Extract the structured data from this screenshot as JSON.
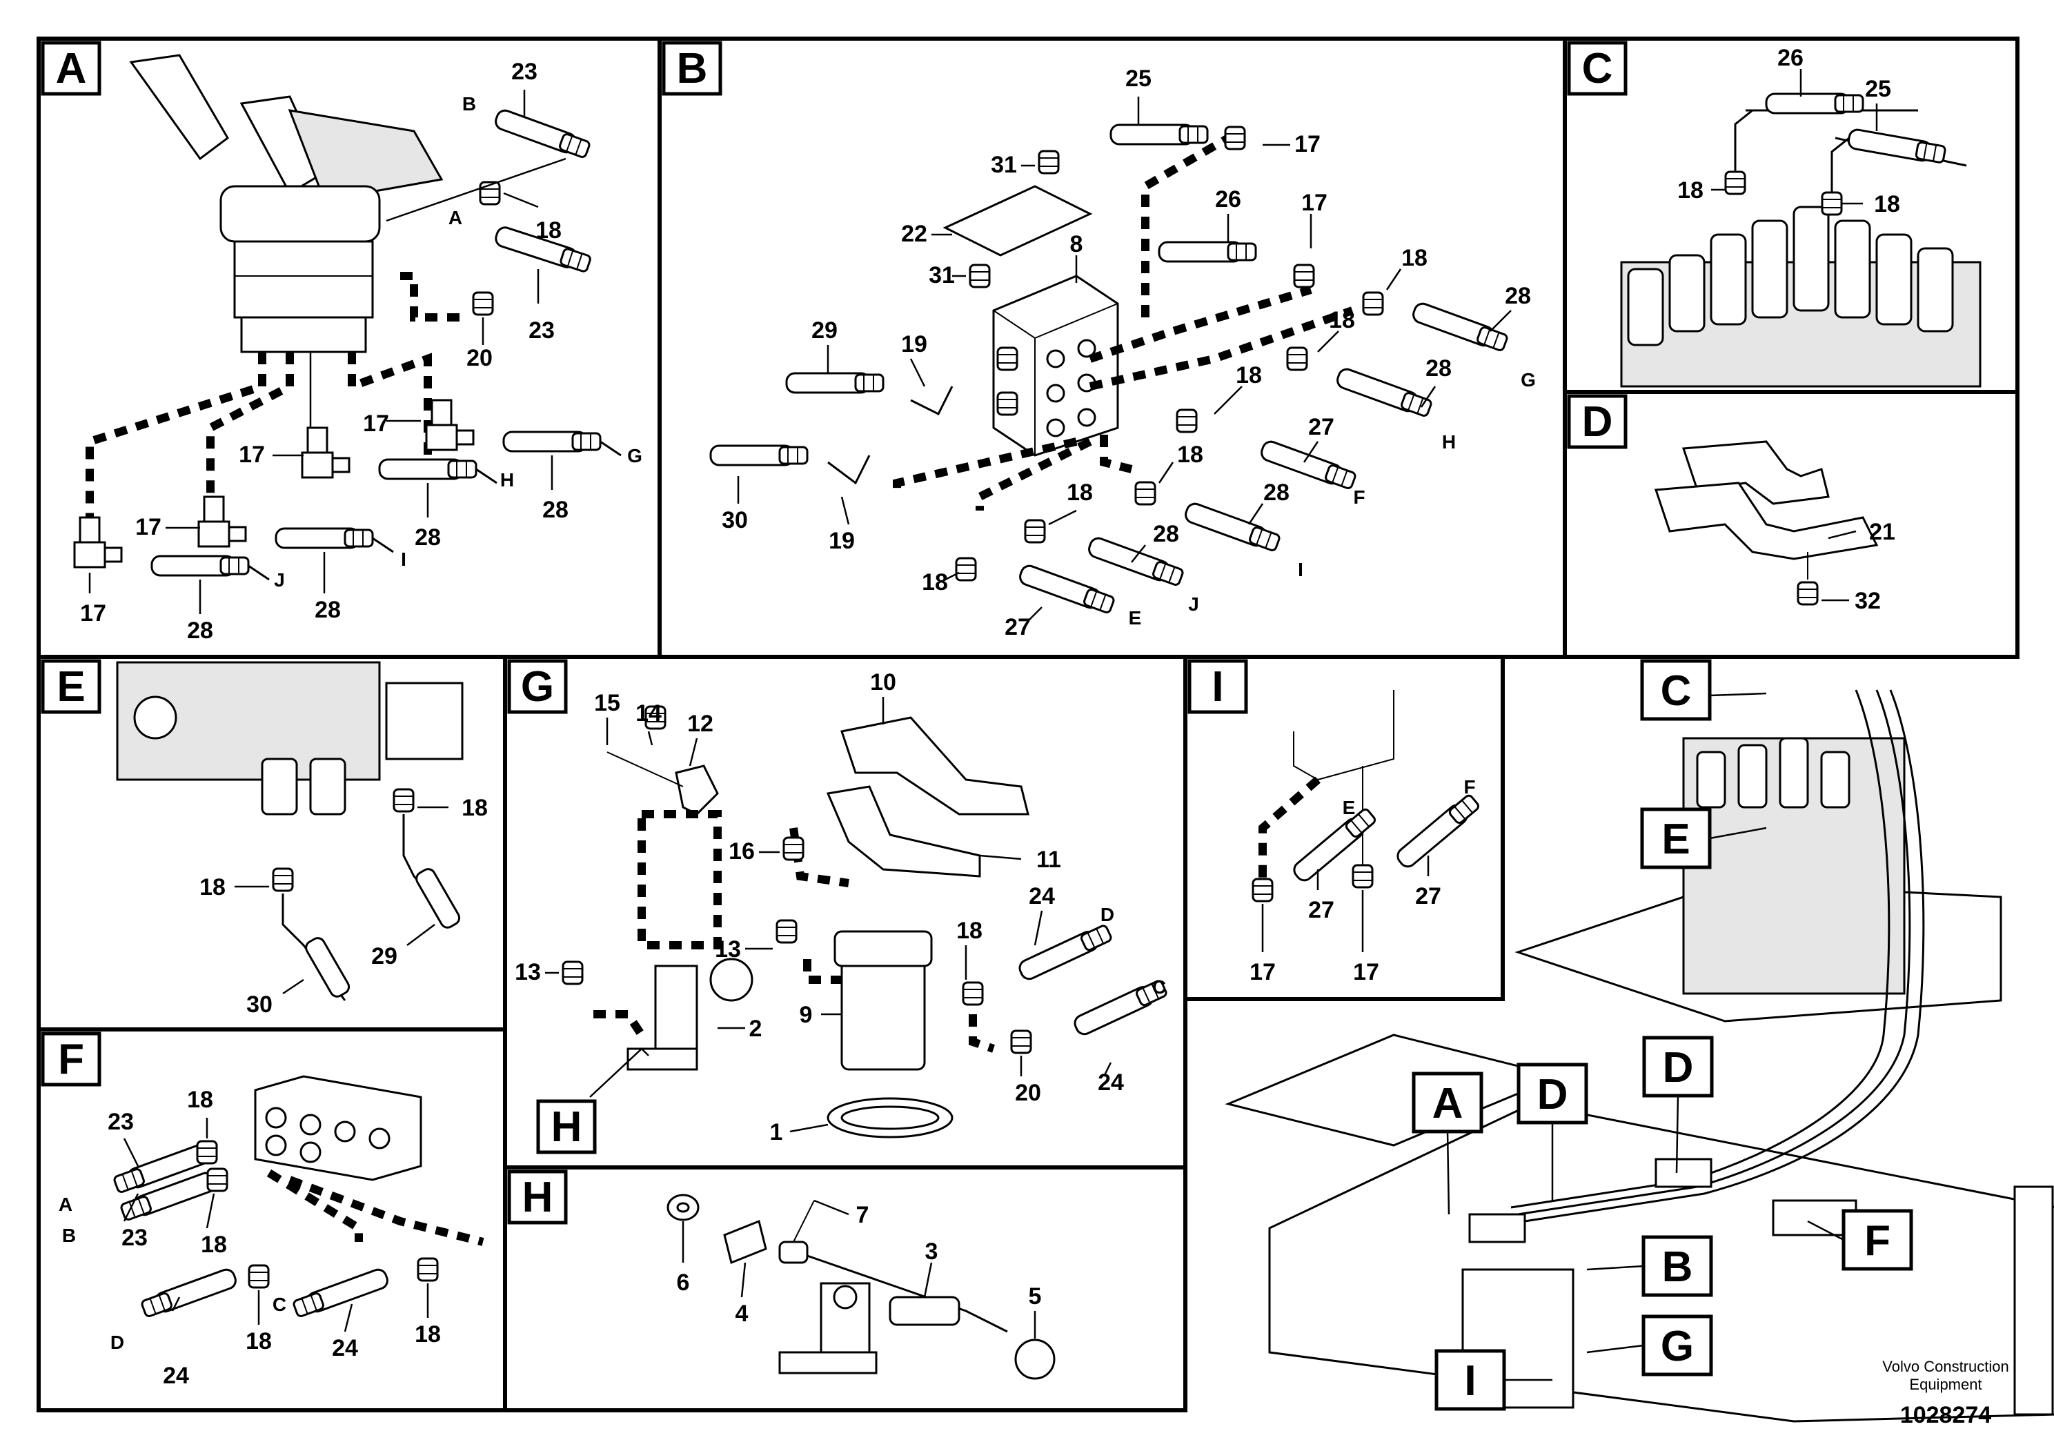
{
  "panels": {
    "A": {
      "label": "A",
      "callouts": [
        "23",
        "18",
        "23",
        "20",
        "17",
        "17",
        "17",
        "17",
        "28",
        "28",
        "28",
        "28"
      ],
      "ends": [
        "B",
        "A",
        "G",
        "H",
        "I",
        "J"
      ]
    },
    "B": {
      "label": "B",
      "callouts": [
        "25",
        "17",
        "31",
        "22",
        "31",
        "8",
        "26",
        "17",
        "18",
        "28",
        "29",
        "19",
        "18",
        "28",
        "18",
        "27",
        "30",
        "19",
        "18",
        "28",
        "18",
        "28",
        "18",
        "27"
      ],
      "ends": [
        "G",
        "H",
        "F",
        "I",
        "E",
        "J"
      ]
    },
    "C": {
      "label": "C",
      "callouts": [
        "26",
        "25",
        "18",
        "18"
      ]
    },
    "D": {
      "label": "D",
      "callouts": [
        "21",
        "32"
      ]
    },
    "E": {
      "label": "E",
      "callouts": [
        "18",
        "18",
        "29",
        "30"
      ]
    },
    "F": {
      "label": "F",
      "callouts": [
        "23",
        "18",
        "18",
        "23",
        "18",
        "24",
        "24",
        "18"
      ],
      "ends": [
        "A",
        "B",
        "D",
        "C"
      ]
    },
    "G": {
      "label": "G",
      "callouts": [
        "15",
        "14",
        "12",
        "10",
        "16",
        "11",
        "13",
        "13",
        "18",
        "24",
        "2",
        "9",
        "20",
        "24",
        "1"
      ],
      "ends": [
        "D",
        "C"
      ],
      "subref": "H"
    },
    "H": {
      "label": "H",
      "callouts": [
        "7",
        "6",
        "4",
        "3",
        "5"
      ]
    },
    "I": {
      "label": "I",
      "callouts": [
        "17",
        "27",
        "17",
        "27"
      ],
      "ends": [
        "E",
        "F"
      ]
    },
    "overview": {
      "refs": [
        "C",
        "E",
        "D",
        "D",
        "A",
        "B",
        "F",
        "G",
        "I"
      ]
    }
  },
  "footer": {
    "company_line1": "Volvo Construction",
    "company_line2": "Equipment",
    "drawing_number": "1028274"
  }
}
